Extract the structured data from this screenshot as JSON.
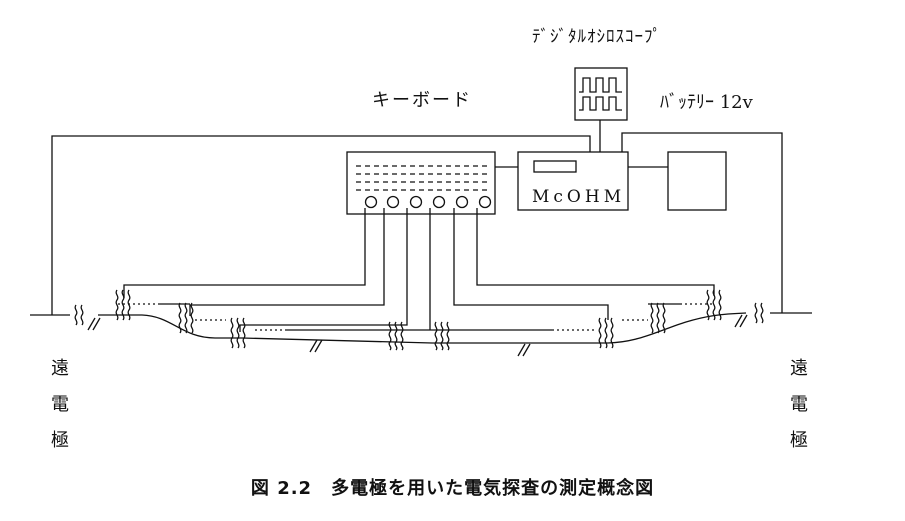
{
  "labels": {
    "oscilloscope": "ﾃﾞｼﾞﾀﾙｵｼﾛｽｺｰﾌﾟ",
    "keyboard": "キーボード",
    "battery": "ﾊﾞｯﾃﾘｰ 12v",
    "meter": "McOHM"
  },
  "remote_electrode_left": [
    "遠",
    "電",
    "極"
  ],
  "remote_electrode_right": [
    "遠",
    "電",
    "極"
  ],
  "caption": "図 2.2　多電極を用いた電気探査の測定概念図",
  "colors": {
    "line": "#111111",
    "background": "#ffffff"
  },
  "icons": [
    "oscilloscope-waveform-icon",
    "cable-break-icon",
    "ground-hatch-icon"
  ]
}
